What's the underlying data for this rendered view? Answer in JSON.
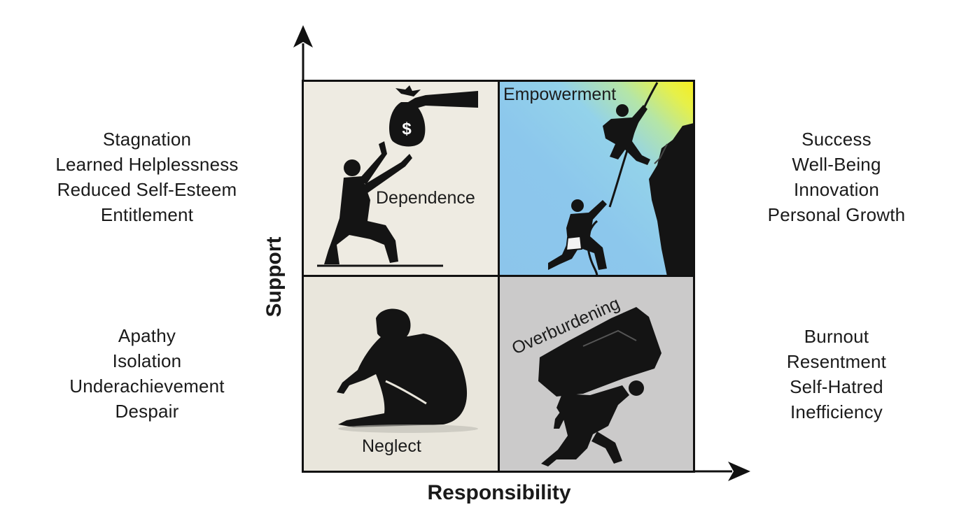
{
  "axes": {
    "y_label": "Support",
    "x_label": "Responsibility"
  },
  "quadrants": {
    "top_left": {
      "label": "Dependence",
      "icon": "kneeling-person-reaching-for-money-bag"
    },
    "top_right": {
      "label": "Empowerment",
      "icon": "climbers-on-cliff"
    },
    "bottom_left": {
      "label": "Neglect",
      "icon": "sitting-person-head-down"
    },
    "bottom_right": {
      "label": "Overburdening",
      "icon": "person-carrying-boulder"
    }
  },
  "outcomes": {
    "top_left": [
      "Stagnation",
      "Learned Helplessness",
      "Reduced Self-Esteem",
      "Entitlement"
    ],
    "top_right": [
      "Success",
      "Well-Being",
      "Innovation",
      "Personal Growth"
    ],
    "bottom_left": [
      "Apathy",
      "Isolation",
      "Underachievement",
      "Despair"
    ],
    "bottom_right": [
      "Burnout",
      "Resentment",
      "Self-Hatred",
      "Inefficiency"
    ]
  }
}
